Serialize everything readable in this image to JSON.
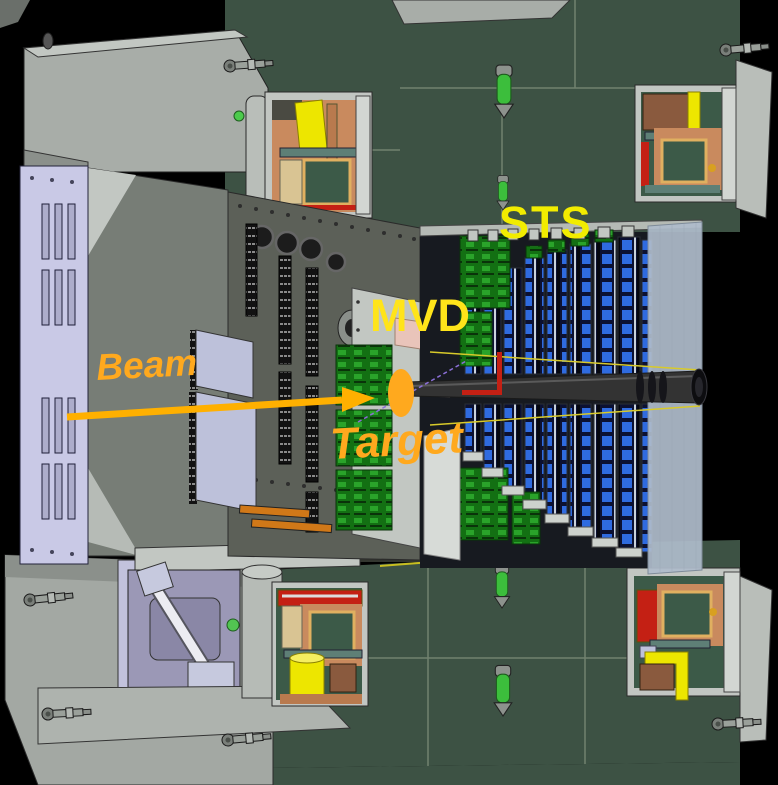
{
  "labels": {
    "beam": "Beam",
    "target": "Target",
    "mvd": "MVD",
    "sts": "STS"
  },
  "colors": {
    "background": "#000000",
    "label_orange": "#FFA91E",
    "arrow_orange": "#FFB000",
    "mvd_yellow": "#FFE41A",
    "sts_yellow": "#F2EC00",
    "coil_green": "#3D5244",
    "yoke_gray": "#A6ABA6",
    "panel_lavender": "#C9C9E6",
    "support_gray": "#5C6058",
    "ladder_blue": "#2F6BE0",
    "pcb_green": "#1F9E28",
    "copper": "#C98A5E",
    "accent_red": "#C42014",
    "accent_yellow": "#EDE600",
    "beampipe_gray": "#333333"
  }
}
